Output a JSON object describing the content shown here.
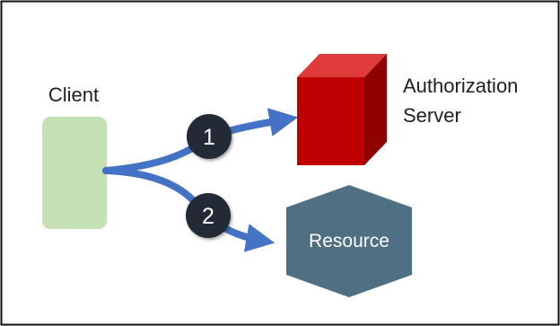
{
  "diagram": {
    "client_label": "Client",
    "auth_server_label_line1": "Authorization",
    "auth_server_label_line2": "Server",
    "resource_label": "Resource",
    "step1_label": "1",
    "step2_label": "2"
  },
  "colors": {
    "client_fill": "#c5e0b4",
    "arrow": "#4472c4",
    "badge": "#222a35",
    "cube_front": "#c00000",
    "cube_top": "#e03b3b",
    "cube_side": "#8f0000",
    "resource_fill": "#4e7082"
  }
}
